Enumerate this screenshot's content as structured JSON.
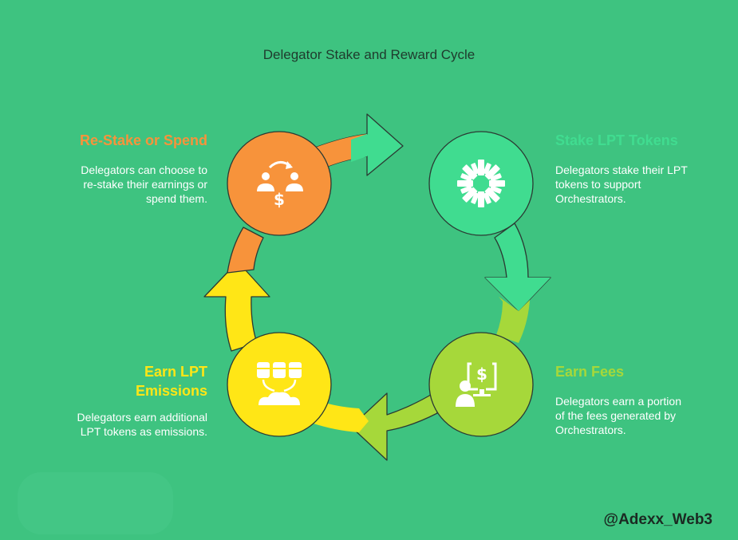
{
  "title": "Delegator Stake and Reward Cycle",
  "watermark": "@Adexx_Web3",
  "colors": {
    "background": "#3ec380",
    "stake": "#40dc90",
    "fees": "#a6d83a",
    "emissions": "#ffe616",
    "restake": "#f7933b",
    "outline": "#2b3a33"
  },
  "steps": [
    {
      "id": "stake",
      "heading": "Stake LPT Tokens",
      "description": [
        "Delegators stake their LPT",
        "tokens to support",
        "Orchestrators."
      ],
      "icon": "starburst-icon"
    },
    {
      "id": "fees",
      "heading": "Earn Fees",
      "description": [
        "Delegators earn a portion",
        "of the fees generated by",
        "Orchestrators."
      ],
      "icon": "person-monitor-dollar-icon"
    },
    {
      "id": "emissions",
      "heading": [
        "Earn LPT",
        "Emissions"
      ],
      "description": [
        "Delegators earn additional",
        "LPT tokens as emissions."
      ],
      "icon": "token-stacks-icon"
    },
    {
      "id": "restake",
      "heading": "Re-Stake or Spend",
      "description": [
        "Delegators can choose to",
        "re-stake their earnings or",
        "spend them."
      ],
      "icon": "people-exchange-dollar-icon"
    }
  ]
}
